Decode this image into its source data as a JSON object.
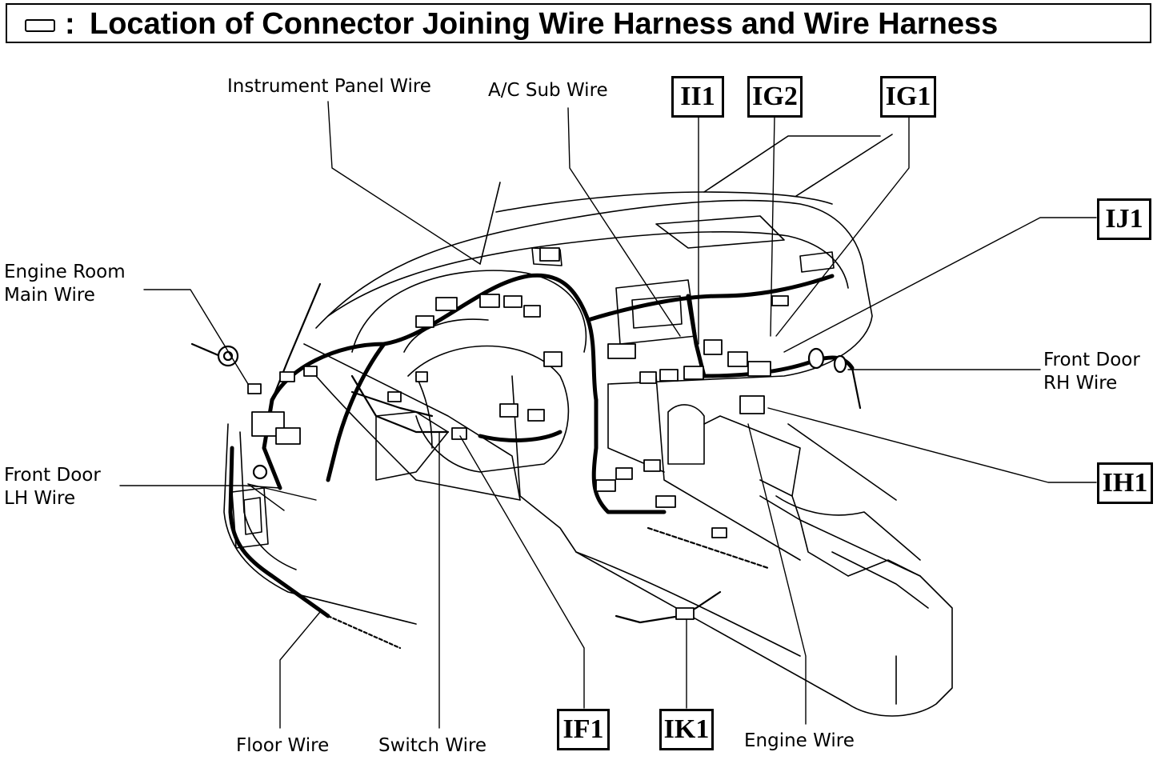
{
  "header": {
    "icon": "connector-symbol-icon",
    "colon": ":",
    "title": "Location of Connector Joining Wire Harness and Wire Harness"
  },
  "wire_labels": {
    "instrument_panel": "Instrument Panel Wire",
    "ac_sub": "A/C Sub Wire",
    "engine_room_main": "Engine Room\nMain Wire",
    "front_door_rh": "Front Door\nRH Wire",
    "front_door_lh": "Front Door\nLH Wire",
    "floor": "Floor Wire",
    "switch": "Switch Wire",
    "engine": "Engine Wire"
  },
  "connector_codes": {
    "ii1": "II1",
    "ig2": "IG2",
    "ig1": "IG1",
    "ij1": "IJ1",
    "ih1": "IH1",
    "if1": "IF1",
    "ik1": "IK1"
  }
}
